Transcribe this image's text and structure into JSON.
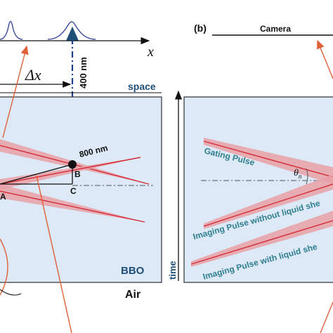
{
  "left_panel": {
    "x_axis_label": "x",
    "delta_label": "Δx",
    "wavelength_400": "400 nm",
    "wavelength_800": "800 nm",
    "space_label": "space",
    "point_a": "A",
    "point_b": "B",
    "point_c": "C",
    "medium_label": "BBO",
    "air_label": "Air"
  },
  "right_panel": {
    "panel_label": "(b)",
    "camera_label": "Camera",
    "time_label": "time",
    "gating_pulse_label": "Gating Pulse",
    "angle_symbol": "θ",
    "angle_subscript": "n",
    "imaging_without_label": "Imaging Pulse without liquid she",
    "imaging_with_label": "Imaging Pulse with liquid she"
  },
  "colors": {
    "box_fill": "#dde9f6",
    "box_stroke": "#404040",
    "beam_core": "#d42a36",
    "beam_halo": "#e9a0a6",
    "teal_text": "#2f7f8f",
    "blue_text": "#1f4e79",
    "dash_blue": "#1a3d8f",
    "orange": "#e0603a"
  }
}
